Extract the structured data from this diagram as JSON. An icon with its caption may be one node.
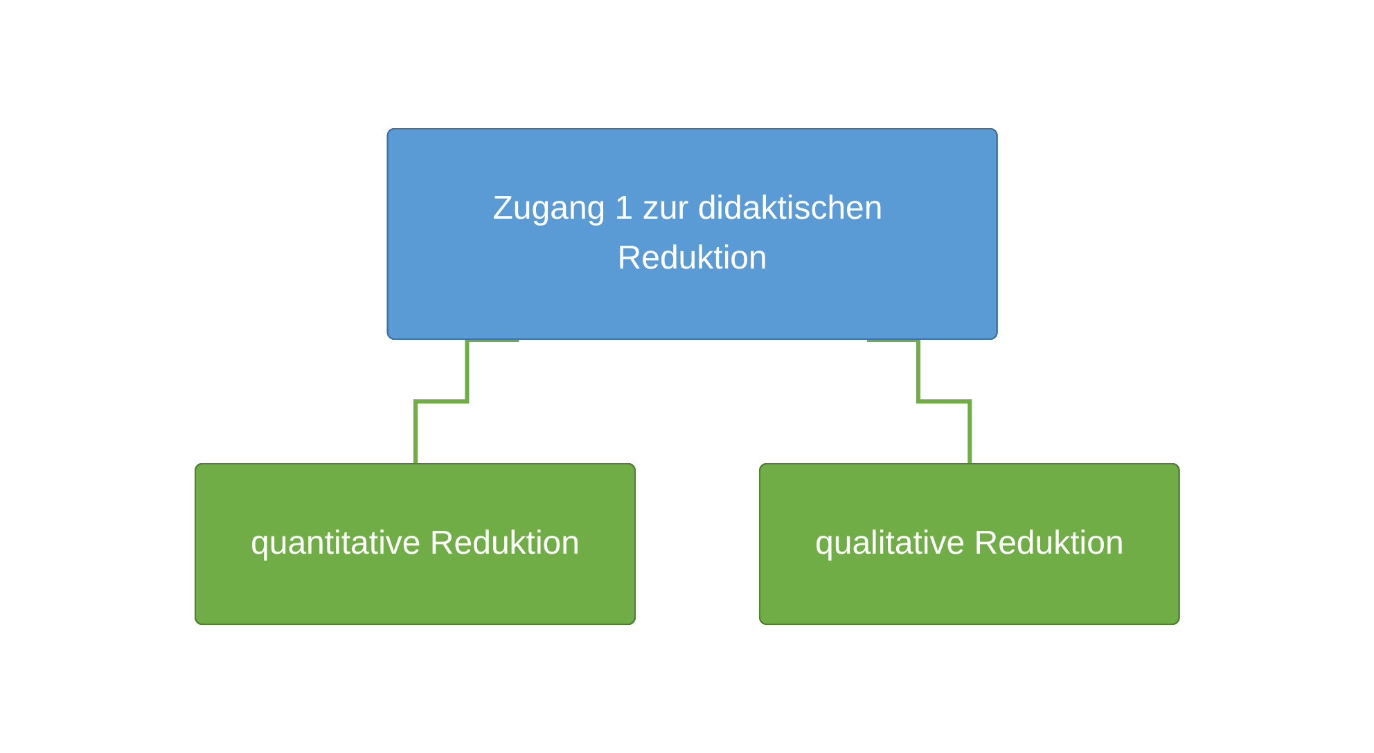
{
  "diagram": {
    "nodes": [
      {
        "text": [
          "Zugang 1 zur didaktischen Reduktion"
        ]
      },
      {
        "text": [
          "quantitative Reduktion"
        ]
      },
      {
        "text": [
          "qualitative Reduktion"
        ]
      }
    ],
    "edges": [
      {
        "from": 0,
        "to": 1,
        "arrow": "none"
      },
      {
        "from": 0,
        "to": 2,
        "arrow": "none"
      }
    ]
  }
}
